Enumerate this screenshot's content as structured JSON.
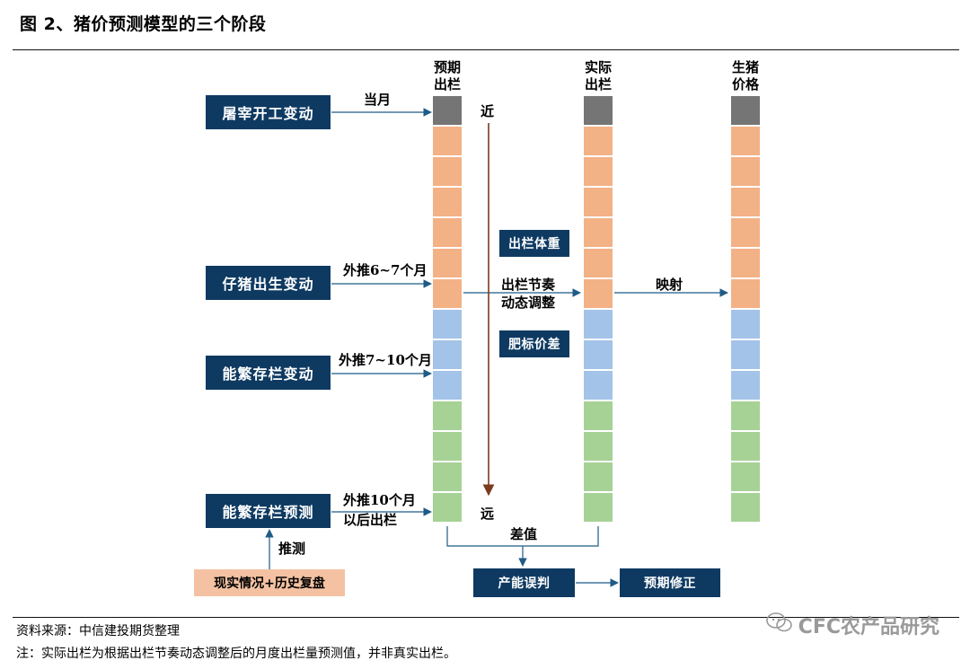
{
  "title": "图 2、猪价预测模型的三个阶段",
  "columns": {
    "forecast": {
      "line1": "预期",
      "line2": "出栏"
    },
    "actual": {
      "line1": "实际",
      "line2": "出栏"
    },
    "price": {
      "line1": "生猪",
      "line2": "价格"
    }
  },
  "inputs": [
    {
      "label": "屠宰开工变动",
      "arrow": "当月",
      "arrow2": ""
    },
    {
      "label": "仔猪出生变动",
      "arrow": "外推6~7个月",
      "arrow2": ""
    },
    {
      "label": "能繁存栏变动",
      "arrow": "外推7~10个月",
      "arrow2": ""
    },
    {
      "label": "能繁存栏预测",
      "arrow": "外推10个月",
      "arrow2": "以后出栏"
    }
  ],
  "near_label": "近",
  "far_label": "远",
  "middle_boxes": {
    "weight": "出栏体重",
    "spread": "肥标价差"
  },
  "rhythm": {
    "line1": "出栏节奏",
    "line2": "动态调整"
  },
  "mapping": "映射",
  "push": "推测",
  "reality_box": "现实情况+历史复盘",
  "difference": "差值",
  "misjudge_box": "产能误判",
  "correction_box": "预期修正",
  "colors": {
    "navy": "#0e3a62",
    "gray": "#757575",
    "orange": "#f3b186",
    "blue": "#a4c3e8",
    "green": "#a7d296",
    "peach": "#f4c2a2",
    "arrow": "#1f5b86",
    "near_far_arrow": "#7b3b1c"
  },
  "stack_cells": [
    "gray",
    "orange",
    "orange",
    "orange",
    "orange",
    "orange",
    "orange",
    "blue",
    "blue",
    "blue",
    "green",
    "green",
    "green",
    "green"
  ],
  "footer": {
    "source": "资料来源：中信建投期货整理",
    "note": "注：实际出栏为根据出栏节奏动态调整后的月度出栏量预测值，并非真实出栏。"
  },
  "watermark": "CFC农产品研究"
}
